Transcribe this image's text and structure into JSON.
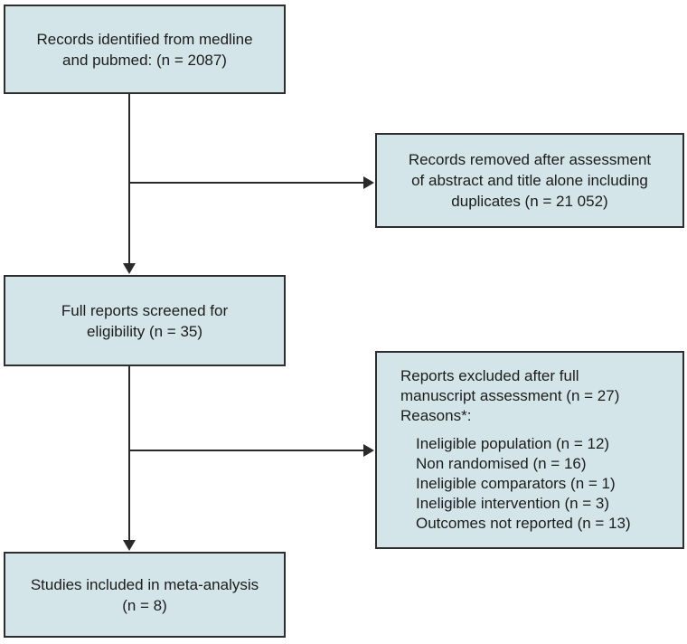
{
  "colors": {
    "background": "#ffffff",
    "box_fill": "#d3e5e8",
    "box_border": "#2e2e2e",
    "arrow": "#2a2a2a",
    "text": "#1c1c1c"
  },
  "flowchart": {
    "identified": {
      "lines": [
        "Records identified from medline",
        "and pubmed: (n = 2087)"
      ]
    },
    "removed": {
      "lines": [
        "Records removed after assessment",
        "of abstract and title alone including",
        "duplicates (n = 21 052)"
      ]
    },
    "screened": {
      "lines": [
        "Full reports screened for",
        "eligibility (n = 35)"
      ]
    },
    "excluded": {
      "lines": [
        "Reports excluded after full",
        "manuscript assessment (n = 27)",
        "Reasons*:"
      ],
      "reasons": [
        "Ineligible population (n = 12)",
        "Non randomised (n = 16)",
        "Ineligible comparators (n = 1)",
        "Ineligible intervention (n = 3)",
        "Outcomes not reported (n = 13)"
      ]
    },
    "included": {
      "lines": [
        "Studies included in meta-analysis",
        "(n = 8)"
      ]
    }
  }
}
